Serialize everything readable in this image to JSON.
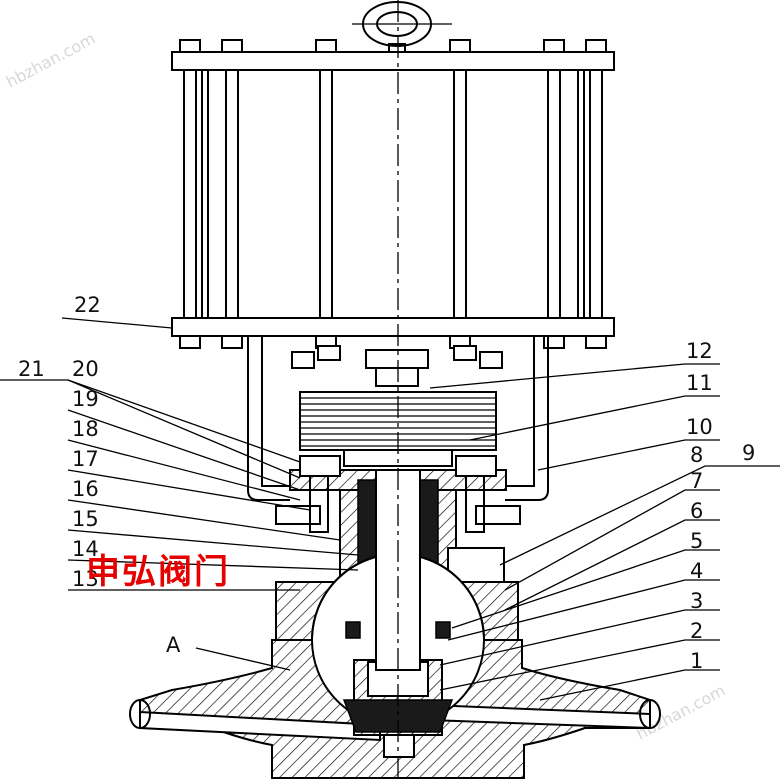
{
  "callouts": {
    "c1": "1",
    "c2": "2",
    "c3": "3",
    "c4": "4",
    "c5": "5",
    "c6": "6",
    "c7": "7",
    "c8": "8",
    "c9": "9",
    "c10": "10",
    "c11": "11",
    "c12": "12",
    "c13": "13",
    "c14": "14",
    "c15": "15",
    "c16": "16",
    "c17": "17",
    "c18": "18",
    "c19": "19",
    "c20": "20",
    "c21": "21",
    "c22": "22"
  },
  "section_marker": "A",
  "watermark": "申弘阀门",
  "faint_watermark": "hbzhan.com"
}
